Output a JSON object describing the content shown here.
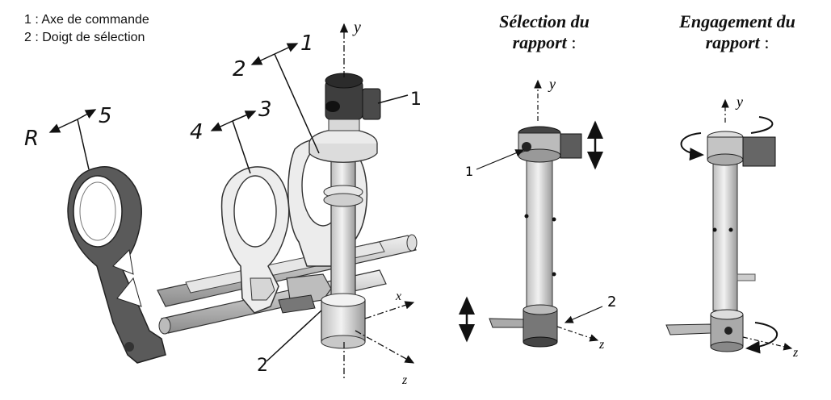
{
  "legend": {
    "item1": "1 : Axe de commande",
    "item2": "2 : Doigt de sélection"
  },
  "panels": {
    "selection": {
      "title_line1": "Sélection du",
      "title_line2": "rapport",
      "title_suffix": " :"
    },
    "engagement": {
      "title_line1": "Engagement du",
      "title_line2": "rapport",
      "title_suffix": " :"
    }
  },
  "main_labels": {
    "r": "R",
    "five": "5",
    "four": "4",
    "three": "3",
    "two_top": "2",
    "one_top": "1",
    "one_knob": "1",
    "two_finger": "2",
    "axis_y": "y",
    "axis_x": "x",
    "axis_z": "z"
  },
  "selection_labels": {
    "one": "1",
    "two": "2",
    "axis_y": "y",
    "axis_z": "z"
  },
  "engagement_labels": {
    "axis_y": "y",
    "axis_z": "z"
  },
  "colors": {
    "ink": "#111111",
    "metal_dark": "#4a4a4a",
    "metal_mid": "#9a9a9a",
    "metal_light": "#d9d9d9"
  }
}
